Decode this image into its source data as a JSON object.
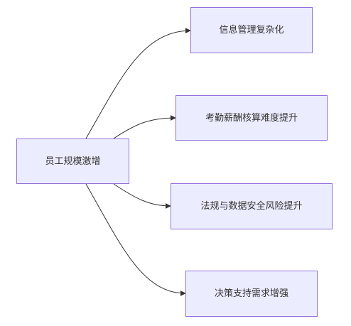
{
  "diagram": {
    "root": {
      "label": "员工规模激增"
    },
    "children": [
      {
        "label": "信息管理复杂化"
      },
      {
        "label": "考勤薪酬核算难度提升"
      },
      {
        "label": "法规与数据安全风险提升"
      },
      {
        "label": "决策支持需求增强"
      }
    ]
  },
  "colors": {
    "node_fill": "#ececff",
    "node_border": "#9370db",
    "edge": "#333333",
    "text": "#333333"
  }
}
